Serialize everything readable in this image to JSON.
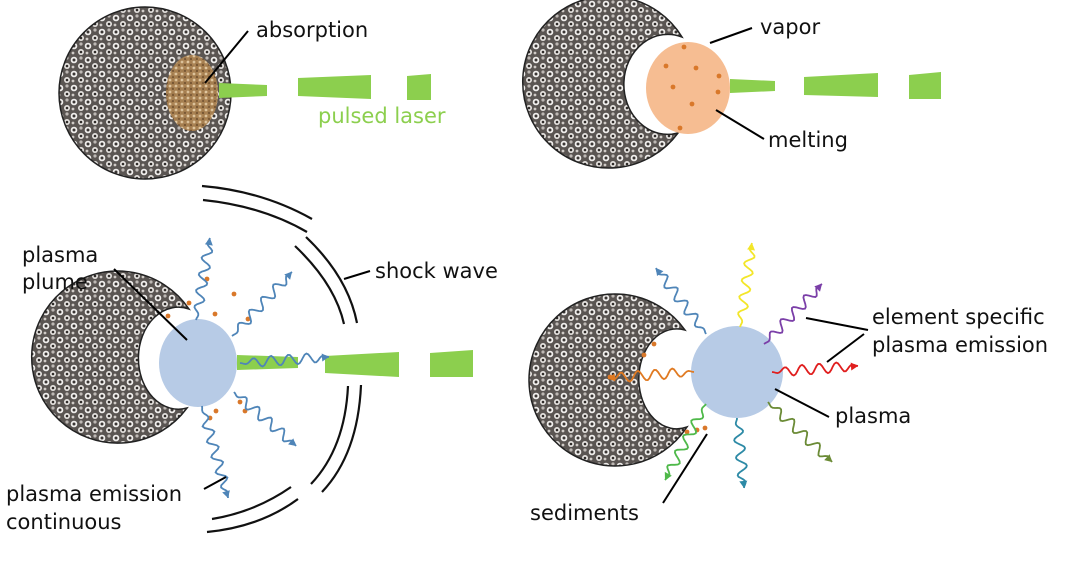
{
  "labels": {
    "absorption": "absorption",
    "pulsed_laser": "pulsed laser",
    "vapor": "vapor",
    "melting": "melting",
    "plasma_plume_1": "plasma",
    "plasma_plume_2": "plume",
    "shock_wave": "shock wave",
    "plasma_emission_1": "plasma emission",
    "plasma_emission_2": "continuous",
    "element_specific_1": "element specific",
    "element_specific_2": "plasma emission",
    "plasma": "plasma",
    "sediments": "sediments"
  },
  "colors": {
    "laser": "#8ccf4e",
    "foam": "#4a4543",
    "absorption": "#b88a55",
    "melt": "#f6bd92",
    "particle": "#d9782a",
    "plasma": "#b7cbe6",
    "continuum": "#4f85b8"
  },
  "emission_colors": [
    "#4f85b8",
    "#f3e629",
    "#7b3fa8",
    "#e01e1e",
    "#6b8b36",
    "#2d8aa6",
    "#4fb94a",
    "#e07a22"
  ],
  "icons": [
    "wave-arrow-icon"
  ]
}
